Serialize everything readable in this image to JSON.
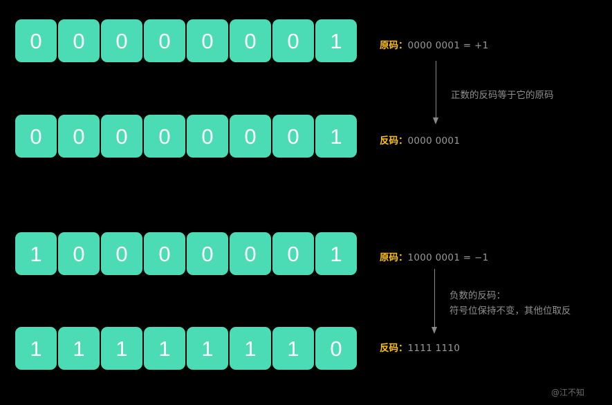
{
  "canvas": {
    "background": "#000000",
    "bit_color": "#4BDCB5",
    "bit_text_color": "#ffffff",
    "tag_color": "#FBC108",
    "value_color": "#9a9a9a",
    "note_color": "#8f8f8f",
    "arrow_color": "#8a8a8a"
  },
  "rows": [
    {
      "id": "row-original-positive",
      "bits": [
        "0",
        "0",
        "0",
        "0",
        "0",
        "0",
        "0",
        "1"
      ],
      "label": {
        "tag": "原码",
        "sep": "：",
        "value": "0000 0001 = +1"
      }
    },
    {
      "id": "row-ones-complement-positive",
      "bits": [
        "0",
        "0",
        "0",
        "0",
        "0",
        "0",
        "0",
        "1"
      ],
      "label": {
        "tag": "反码",
        "sep": "：",
        "value": "0000 0001"
      }
    },
    {
      "id": "row-original-negative",
      "bits": [
        "1",
        "0",
        "0",
        "0",
        "0",
        "0",
        "0",
        "1"
      ],
      "label": {
        "tag": "原码",
        "sep": "：",
        "value": "1000 0001 = −1"
      }
    },
    {
      "id": "row-ones-complement-negative",
      "bits": [
        "1",
        "1",
        "1",
        "1",
        "1",
        "1",
        "1",
        "0"
      ],
      "label": {
        "tag": "反码",
        "sep": "：",
        "value": "1111 1110"
      }
    }
  ],
  "notes": {
    "positive": "正数的反码等于它的原码",
    "negative_line1": "负数的反码：",
    "negative_line2": "符号位保持不变，其他位取反"
  },
  "watermark": "@江不知"
}
